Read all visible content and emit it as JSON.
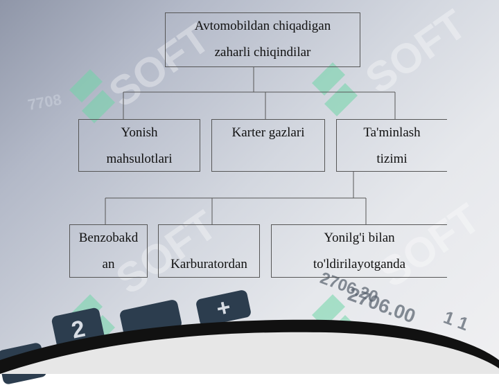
{
  "diagram": {
    "root": {
      "line1": "Avtomobildan chiqadigan",
      "line2": "zaharli chiqindilar"
    },
    "level1": [
      {
        "line1": "Yonish",
        "line2": "mahsulotlari"
      },
      {
        "line1": "Karter gazlari",
        "line2": ""
      },
      {
        "line1": "Ta'minlash",
        "line2": "tizimi"
      }
    ],
    "level2": [
      {
        "line1": "Benzobakd",
        "line2": "an"
      },
      {
        "line1": "",
        "line2": "Karburatordan"
      },
      {
        "line1": "Yonilg'i bilan",
        "line2": "to'ldirilayotganda"
      }
    ]
  },
  "background": {
    "watermark": "SOFT",
    "display_numbers": [
      "2706.20",
      "2706.00",
      "1 1",
      "7708"
    ],
    "keys": [
      "2",
      "1",
      "+"
    ]
  }
}
